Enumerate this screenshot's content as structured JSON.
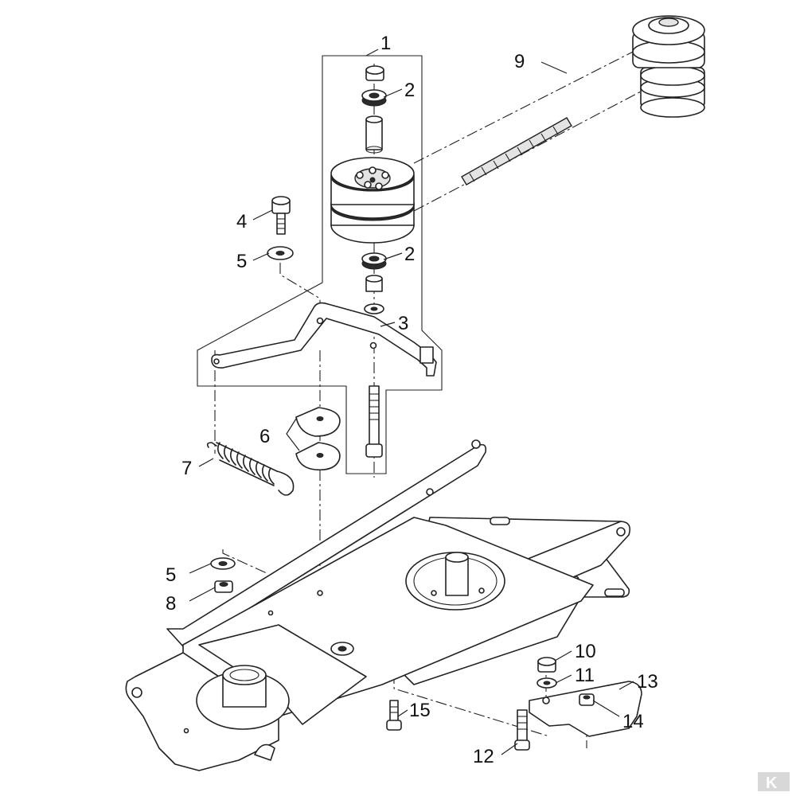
{
  "diagram": {
    "callouts": [
      {
        "id": "c1",
        "text": "1"
      },
      {
        "id": "c2a",
        "text": "2"
      },
      {
        "id": "c2b",
        "text": "2"
      },
      {
        "id": "c3",
        "text": "3"
      },
      {
        "id": "c4",
        "text": "4"
      },
      {
        "id": "c5a",
        "text": "5"
      },
      {
        "id": "c5b",
        "text": "5"
      },
      {
        "id": "c6",
        "text": "6"
      },
      {
        "id": "c7",
        "text": "7"
      },
      {
        "id": "c8",
        "text": "8"
      },
      {
        "id": "c9",
        "text": "9"
      },
      {
        "id": "c10",
        "text": "10"
      },
      {
        "id": "c11",
        "text": "11"
      },
      {
        "id": "c12",
        "text": "12"
      },
      {
        "id": "c13",
        "text": "13"
      },
      {
        "id": "c14",
        "text": "14"
      },
      {
        "id": "c15",
        "text": "15"
      }
    ],
    "logo": {
      "text": "K",
      "color": "#d8d8d8"
    }
  }
}
